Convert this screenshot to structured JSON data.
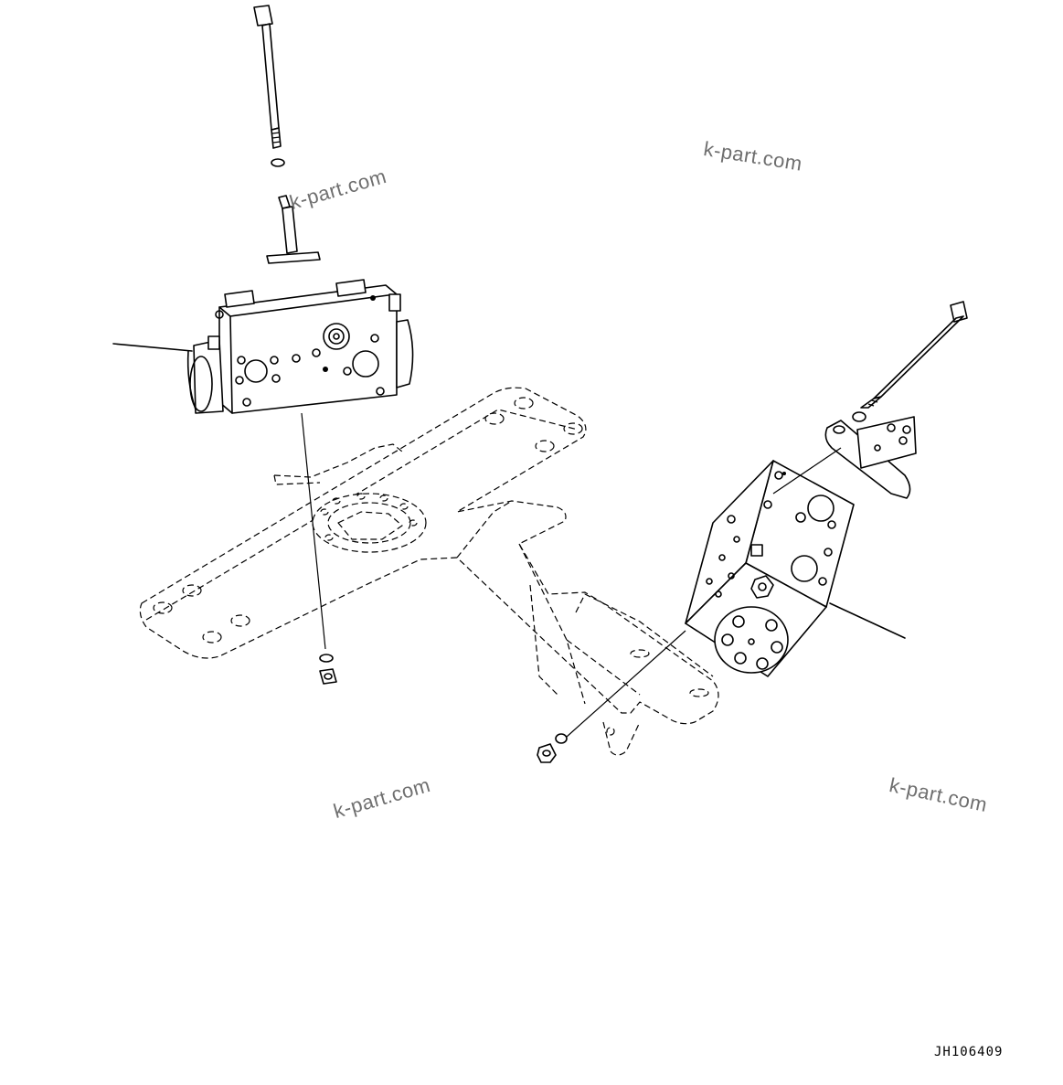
{
  "watermarks": [
    "k-part.com",
    "k-part.com",
    "k-part.com",
    "k-part.com"
  ],
  "figure_id": "JH106409",
  "colors": {
    "line": "#000000",
    "background": "#ffffff",
    "watermark": "#6f6f6f"
  }
}
